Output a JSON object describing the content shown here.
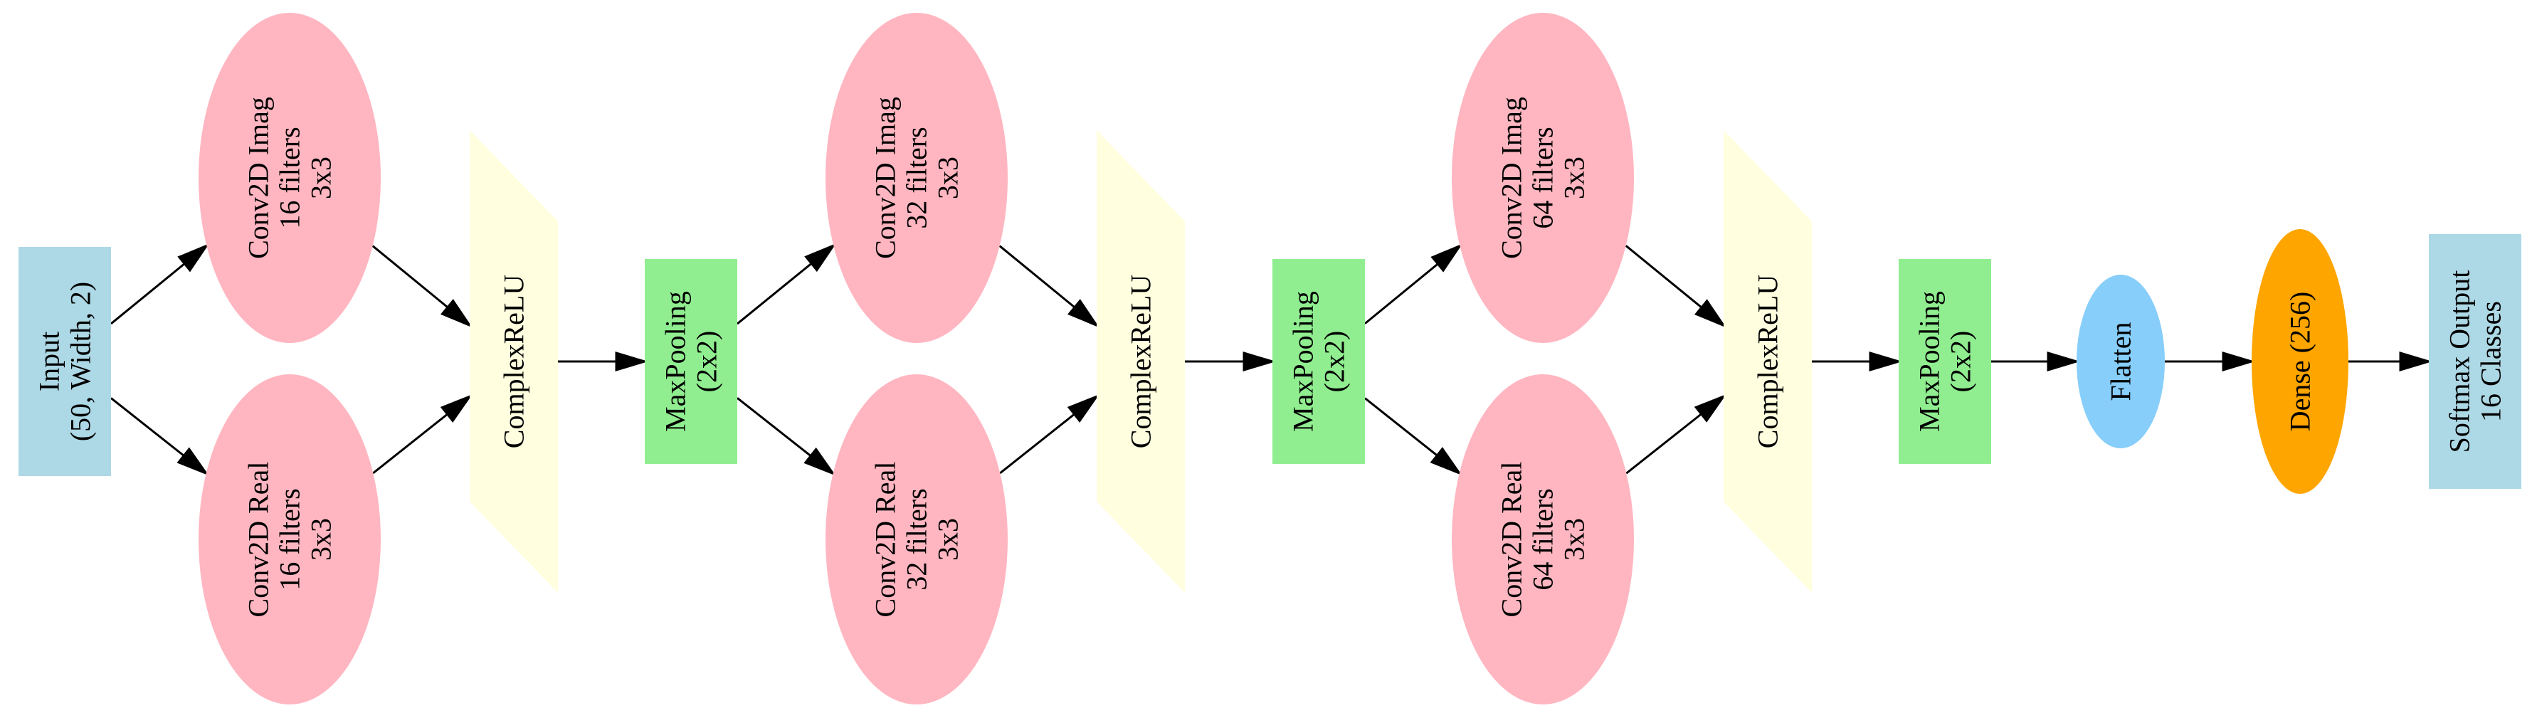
{
  "colors": {
    "input": "#add8e6",
    "conv": "#ffb6c1",
    "relu": "#ffffe0",
    "pool": "#90ee90",
    "flatten": "#87cefa",
    "dense": "#ffa500",
    "output": "#add8e6"
  },
  "nodes": {
    "input": {
      "lines": [
        "Input",
        "(50, Width, 2)"
      ],
      "shape": "box"
    },
    "conv1_imag": {
      "lines": [
        "Conv2D Imag",
        "16 filters",
        "3x3"
      ],
      "shape": "ellipse"
    },
    "conv1_real": {
      "lines": [
        "Conv2D Real",
        "16 filters",
        "3x3"
      ],
      "shape": "ellipse"
    },
    "relu1": {
      "lines": [
        "ComplexReLU"
      ],
      "shape": "trapezium"
    },
    "pool1": {
      "lines": [
        "MaxPooling",
        "(2x2)"
      ],
      "shape": "box"
    },
    "conv2_imag": {
      "lines": [
        "Conv2D Imag",
        "32 filters",
        "3x3"
      ],
      "shape": "ellipse"
    },
    "conv2_real": {
      "lines": [
        "Conv2D Real",
        "32 filters",
        "3x3"
      ],
      "shape": "ellipse"
    },
    "relu2": {
      "lines": [
        "ComplexReLU"
      ],
      "shape": "trapezium"
    },
    "pool2": {
      "lines": [
        "MaxPooling",
        "(2x2)"
      ],
      "shape": "box"
    },
    "conv3_imag": {
      "lines": [
        "Conv2D Imag",
        "64 filters",
        "3x3"
      ],
      "shape": "ellipse"
    },
    "conv3_real": {
      "lines": [
        "Conv2D Real",
        "64 filters",
        "3x3"
      ],
      "shape": "ellipse"
    },
    "relu3": {
      "lines": [
        "ComplexReLU"
      ],
      "shape": "trapezium"
    },
    "pool3": {
      "lines": [
        "MaxPooling",
        "(2x2)"
      ],
      "shape": "box"
    },
    "flatten": {
      "lines": [
        "Flatten"
      ],
      "shape": "ellipse"
    },
    "dense": {
      "lines": [
        "Dense (256)"
      ],
      "shape": "ellipse"
    },
    "output": {
      "lines": [
        "Softmax Output",
        "16 Classes"
      ],
      "shape": "box"
    }
  },
  "edges": [
    [
      "input",
      "conv1_imag"
    ],
    [
      "input",
      "conv1_real"
    ],
    [
      "conv1_imag",
      "relu1"
    ],
    [
      "conv1_real",
      "relu1"
    ],
    [
      "relu1",
      "pool1"
    ],
    [
      "pool1",
      "conv2_imag"
    ],
    [
      "pool1",
      "conv2_real"
    ],
    [
      "conv2_imag",
      "relu2"
    ],
    [
      "conv2_real",
      "relu2"
    ],
    [
      "relu2",
      "pool2"
    ],
    [
      "pool2",
      "conv3_imag"
    ],
    [
      "pool2",
      "conv3_real"
    ],
    [
      "conv3_imag",
      "relu3"
    ],
    [
      "conv3_real",
      "relu3"
    ],
    [
      "relu3",
      "pool3"
    ],
    [
      "pool3",
      "flatten"
    ],
    [
      "flatten",
      "dense"
    ],
    [
      "dense",
      "output"
    ]
  ]
}
